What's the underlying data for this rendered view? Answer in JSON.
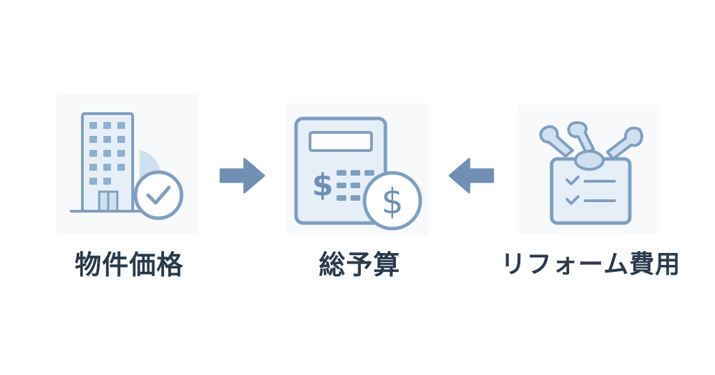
{
  "steps": [
    {
      "id": "property",
      "label": "物件価格",
      "icon": "building-check-icon"
    },
    {
      "id": "budget",
      "label": "総予算",
      "icon": "calculator-dollar-icon"
    },
    {
      "id": "reform",
      "label": "リフォーム費用",
      "icon": "tools-checklist-icon"
    }
  ],
  "arrows": [
    {
      "from": "property",
      "to": "budget",
      "icon": "arrow-right-icon"
    },
    {
      "from": "reform",
      "to": "budget",
      "icon": "arrow-left-icon"
    }
  ],
  "colors": {
    "icon_stroke": "#7f9fc0",
    "icon_fill": "#cfe0f1",
    "icon_fill_light": "#e6eff8",
    "arrow": "#6f90b3",
    "label_text": "#2b3a4b",
    "background": "#ffffff"
  }
}
